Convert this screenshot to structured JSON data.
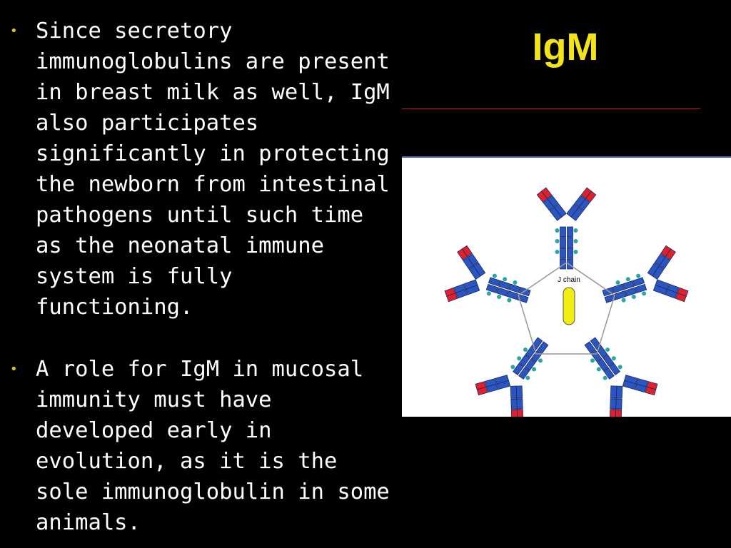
{
  "slide": {
    "title": "IgM",
    "bullet_marker": "•",
    "bullets": [
      "Since secretory immunoglobulins are present in breast milk as well, IgM also participates significantly in protecting the newborn from intestinal pathogens until such time as the neonatal immune system is fully functioning.",
      "A role for IgM in mucosal immunity must have developed early in evolution, as it is the sole immunoglobulin in some animals."
    ]
  },
  "figure": {
    "j_chain_label": "J chain",
    "colors": {
      "heavy_domain": "#2b56c2",
      "variable_tip": "#e0202a",
      "carbohydrate": "#2aa5a0",
      "j_chain": "#f2ee10",
      "pentagon": "#9a9a9a"
    }
  }
}
